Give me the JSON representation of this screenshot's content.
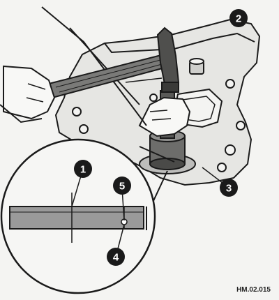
{
  "figure": {
    "code": "HM.02.015",
    "callouts": [
      {
        "id": "callout-1",
        "label": "1"
      },
      {
        "id": "callout-2",
        "label": "2"
      },
      {
        "id": "callout-3",
        "label": "3"
      },
      {
        "id": "callout-4",
        "label": "4"
      },
      {
        "id": "callout-5",
        "label": "5"
      }
    ],
    "colors": {
      "background": "#f4f4f2",
      "ink": "#1a1a1a",
      "casting": "#e6e6e3",
      "callout_fill": "#1a1a1a",
      "seal_fill": "#9a9a9a"
    }
  }
}
